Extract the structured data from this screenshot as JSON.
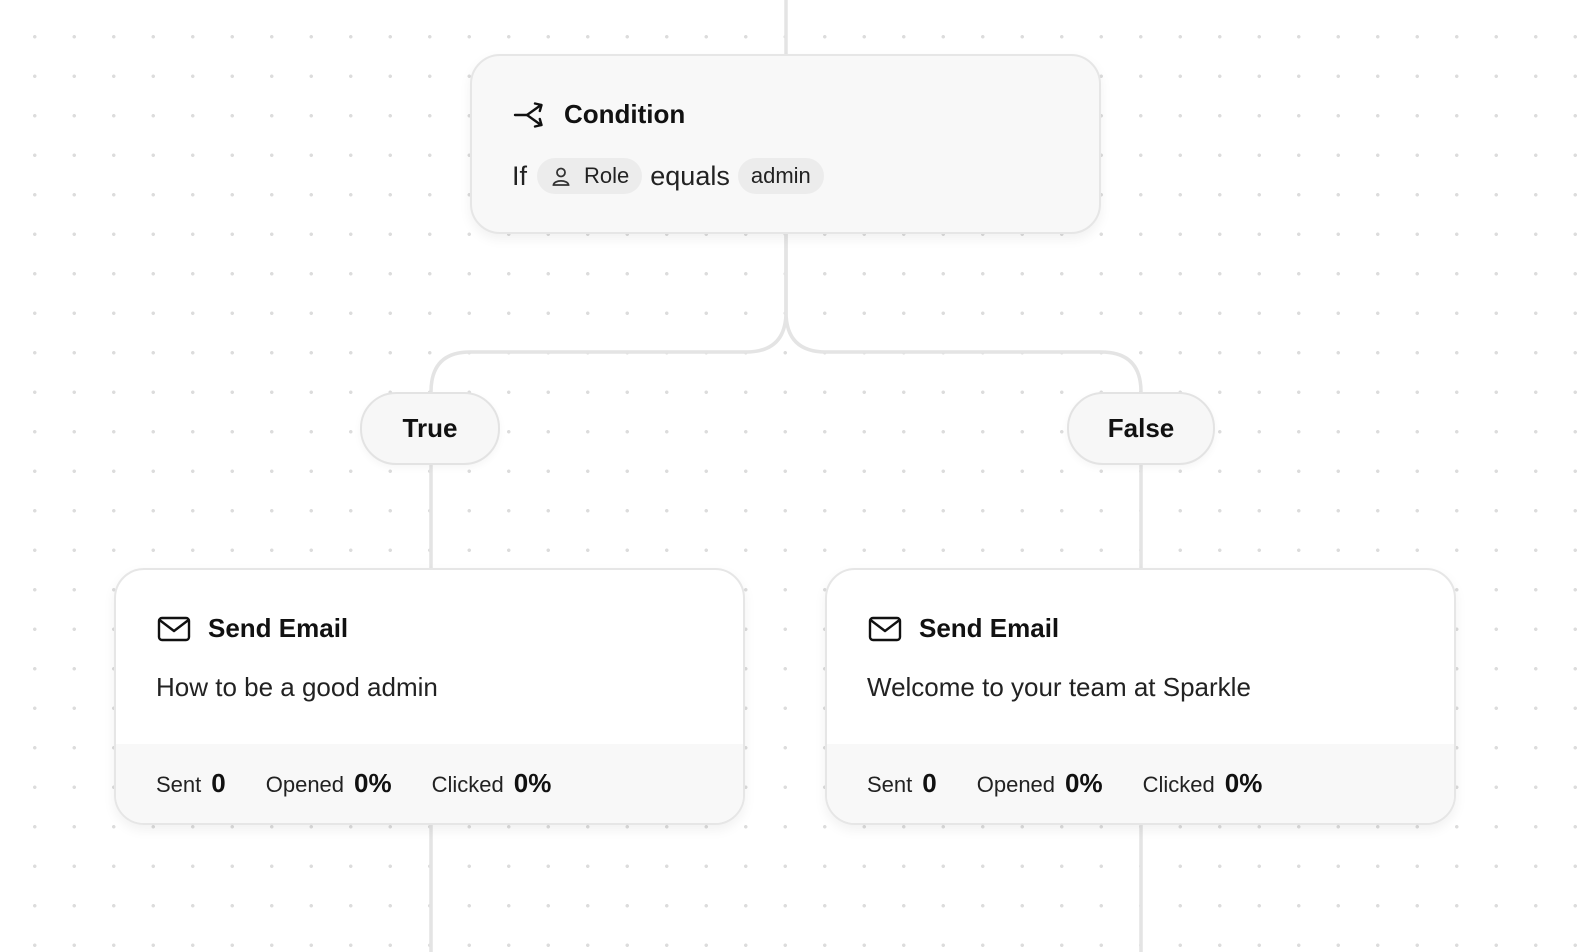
{
  "condition": {
    "title": "Condition",
    "icon": "split-arrow-icon",
    "if_label": "If",
    "field_icon": "person-icon",
    "field": "Role",
    "operator": "equals",
    "value": "admin"
  },
  "branches": {
    "true_label": "True",
    "false_label": "False"
  },
  "emails": [
    {
      "title": "Send Email",
      "icon": "envelope-icon",
      "subject": "How to be a good admin",
      "sent_label": "Sent",
      "sent": "0",
      "opened_label": "Opened",
      "opened": "0%",
      "clicked_label": "Clicked",
      "clicked": "0%"
    },
    {
      "title": "Send Email",
      "icon": "envelope-icon",
      "subject": "Welcome to your team at Sparkle",
      "sent_label": "Sent",
      "sent": "0",
      "opened_label": "Opened",
      "opened": "0%",
      "clicked_label": "Clicked",
      "clicked": "0%"
    }
  ],
  "colors": {
    "canvas_dot": "#dcdcdc",
    "connector": "#e4e4e4",
    "card_border": "#e6e6e6",
    "muted_background": "#f8f8f8"
  }
}
